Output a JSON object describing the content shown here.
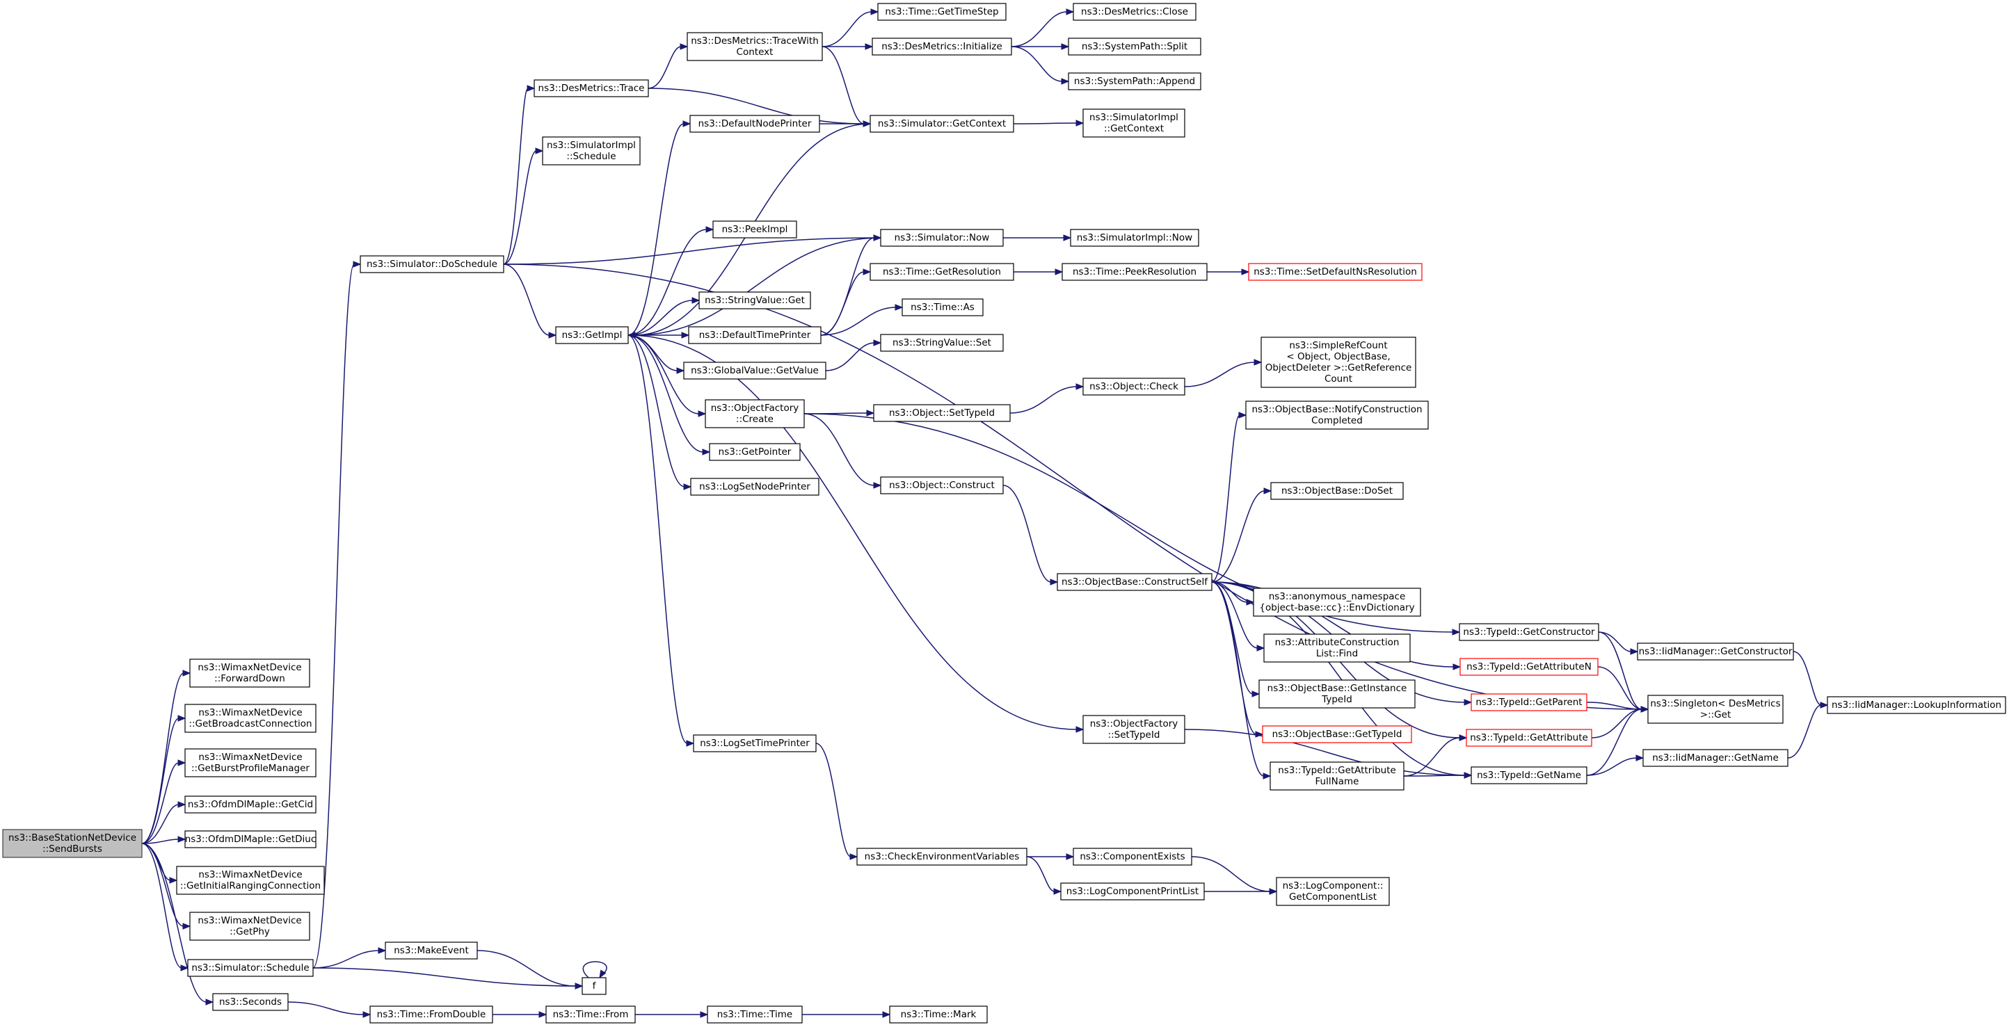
{
  "colors": {
    "edge": "#191970",
    "node_border": "#000000",
    "root_fill": "#bfbfbf",
    "missing_border": "#ff0000"
  },
  "nodes": {
    "root": {
      "lines": [
        "ns3::BaseStationNetDevice",
        "::SendBursts"
      ]
    },
    "fwd": {
      "lines": [
        "ns3::WimaxNetDevice",
        "::ForwardDown"
      ]
    },
    "bcast": {
      "lines": [
        "ns3::WimaxNetDevice",
        "::GetBroadcastConnection"
      ]
    },
    "burstpm": {
      "lines": [
        "ns3::WimaxNetDevice",
        "::GetBurstProfileManager"
      ]
    },
    "getcid": {
      "lines": [
        "ns3::OfdmDlMapIe::GetCid"
      ]
    },
    "getdiuc": {
      "lines": [
        "ns3::OfdmDlMapIe::GetDiuc"
      ]
    },
    "initrng": {
      "lines": [
        "ns3::WimaxNetDevice",
        "::GetInitialRangingConnection"
      ]
    },
    "getphy": {
      "lines": [
        "ns3::WimaxNetDevice",
        "::GetPhy"
      ]
    },
    "schedule": {
      "lines": [
        "ns3::Simulator::Schedule"
      ]
    },
    "seconds": {
      "lines": [
        "ns3::Seconds"
      ]
    },
    "makeevent": {
      "lines": [
        "ns3::MakeEvent"
      ]
    },
    "f": {
      "lines": [
        "f"
      ]
    },
    "fromdouble": {
      "lines": [
        "ns3::Time::FromDouble"
      ]
    },
    "from": {
      "lines": [
        "ns3::Time::From"
      ]
    },
    "timetime": {
      "lines": [
        "ns3::Time::Time"
      ]
    },
    "mark": {
      "lines": [
        "ns3::Time::Mark"
      ]
    },
    "doschedule": {
      "lines": [
        "ns3::Simulator::DoSchedule"
      ]
    },
    "destrace": {
      "lines": [
        "ns3::DesMetrics::Trace"
      ]
    },
    "implsched": {
      "lines": [
        "ns3::SimulatorImpl",
        "::Schedule"
      ]
    },
    "getimpl": {
      "lines": [
        "ns3::GetImpl"
      ]
    },
    "tracewithctx": {
      "lines": [
        "ns3::DesMetrics::TraceWith",
        "Context"
      ]
    },
    "timestep": {
      "lines": [
        "ns3::Time::GetTimeStep"
      ]
    },
    "desinit": {
      "lines": [
        "ns3::DesMetrics::Initialize"
      ]
    },
    "desclose": {
      "lines": [
        "ns3::DesMetrics::Close"
      ]
    },
    "split": {
      "lines": [
        "ns3::SystemPath::Split"
      ]
    },
    "append": {
      "lines": [
        "ns3::SystemPath::Append"
      ]
    },
    "getcontext": {
      "lines": [
        "ns3::Simulator::GetContext"
      ]
    },
    "implgetctx": {
      "lines": [
        "ns3::SimulatorImpl",
        "::GetContext"
      ]
    },
    "defnodeprinter": {
      "lines": [
        "ns3::DefaultNodePrinter"
      ]
    },
    "peekimpl": {
      "lines": [
        "ns3::PeekImpl"
      ]
    },
    "simnow": {
      "lines": [
        "ns3::Simulator::Now"
      ]
    },
    "implnow": {
      "lines": [
        "ns3::SimulatorImpl::Now"
      ]
    },
    "getres": {
      "lines": [
        "ns3::Time::GetResolution"
      ]
    },
    "peekres": {
      "lines": [
        "ns3::Time::PeekResolution"
      ]
    },
    "setdefres": {
      "lines": [
        "ns3::Time::SetDefaultNsResolution"
      ]
    },
    "strget": {
      "lines": [
        "ns3::StringValue::Get"
      ]
    },
    "deftimeprinter": {
      "lines": [
        "ns3::DefaultTimePrinter"
      ]
    },
    "timeas": {
      "lines": [
        "ns3::Time::As"
      ]
    },
    "strset": {
      "lines": [
        "ns3::StringValue::Set"
      ]
    },
    "globalget": {
      "lines": [
        "ns3::GlobalValue::GetValue"
      ]
    },
    "simpleref": {
      "lines": [
        "ns3::SimpleRefCount",
        "< Object, ObjectBase,",
        "ObjectDeleter >::GetReference",
        "Count"
      ]
    },
    "objcheck": {
      "lines": [
        "ns3::Object::Check"
      ]
    },
    "factcreate": {
      "lines": [
        "ns3::ObjectFactory",
        "::Create"
      ]
    },
    "settypeid": {
      "lines": [
        "ns3::Object::SetTypeId"
      ]
    },
    "getpointer": {
      "lines": [
        "ns3::GetPointer"
      ]
    },
    "logsetnode": {
      "lines": [
        "ns3::LogSetNodePrinter"
      ]
    },
    "objconstruct": {
      "lines": [
        "ns3::Object::Construct"
      ]
    },
    "notifyconst": {
      "lines": [
        "ns3::ObjectBase::NotifyConstruction",
        "Completed"
      ]
    },
    "doset": {
      "lines": [
        "ns3::ObjectBase::DoSet"
      ]
    },
    "constructself": {
      "lines": [
        "ns3::ObjectBase::ConstructSelf"
      ]
    },
    "envdict": {
      "lines": [
        "ns3::anonymous_namespace",
        "{object-base::cc}::EnvDictionary"
      ]
    },
    "attrfind": {
      "lines": [
        "ns3::AttributeConstruction",
        "List::Find"
      ]
    },
    "getinsttid": {
      "lines": [
        "ns3::ObjectBase::GetInstance",
        "TypeId"
      ]
    },
    "obgettid": {
      "lines": [
        "ns3::ObjectBase::GetTypeId"
      ]
    },
    "getattrfull": {
      "lines": [
        "ns3::TypeId::GetAttribute",
        "FullName"
      ]
    },
    "getctor": {
      "lines": [
        "ns3::TypeId::GetConstructor"
      ]
    },
    "getattrn": {
      "lines": [
        "ns3::TypeId::GetAttributeN"
      ]
    },
    "getparent": {
      "lines": [
        "ns3::TypeId::GetParent"
      ]
    },
    "getattr": {
      "lines": [
        "ns3::TypeId::GetAttribute"
      ]
    },
    "getname": {
      "lines": [
        "ns3::TypeId::GetName"
      ]
    },
    "singleton": {
      "lines": [
        "ns3::Singleton< DesMetrics",
        ">::Get"
      ]
    },
    "iidctor": {
      "lines": [
        "ns3::IidManager::GetConstructor"
      ]
    },
    "iidname": {
      "lines": [
        "ns3::IidManager::GetName"
      ]
    },
    "iidlookup": {
      "lines": [
        "ns3::IidManager::LookupInformation"
      ]
    },
    "factsettid": {
      "lines": [
        "ns3::ObjectFactory",
        "::SetTypeId"
      ]
    },
    "logsettime": {
      "lines": [
        "ns3::LogSetTimePrinter"
      ]
    },
    "checkenv": {
      "lines": [
        "ns3::CheckEnvironmentVariables"
      ]
    },
    "compexists": {
      "lines": [
        "ns3::ComponentExists"
      ]
    },
    "printlist": {
      "lines": [
        "ns3::LogComponentPrintList"
      ]
    },
    "getcomplist": {
      "lines": [
        "ns3::LogComponent::",
        "GetComponentList"
      ]
    }
  }
}
